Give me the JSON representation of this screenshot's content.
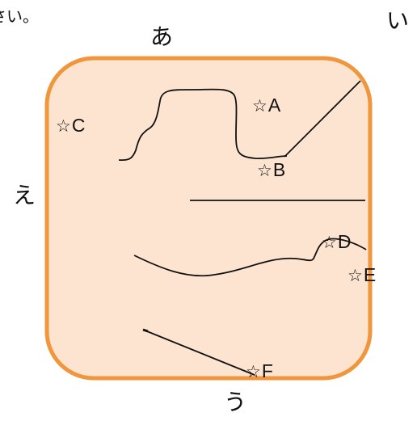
{
  "header": {
    "cut_text": "さい。"
  },
  "sides": {
    "top": "あ",
    "right": "い",
    "left": "え",
    "bottom": "う"
  },
  "stars": [
    {
      "symbol": "☆",
      "label": "A"
    },
    {
      "symbol": "☆",
      "label": "B"
    },
    {
      "symbol": "☆",
      "label": "C"
    },
    {
      "symbol": "☆",
      "label": "D"
    },
    {
      "symbol": "☆",
      "label": "E"
    },
    {
      "symbol": "☆",
      "label": "F"
    }
  ],
  "colors": {
    "square_fill": "#fde4d0",
    "square_border": "#f0963c",
    "line": "#111111"
  }
}
